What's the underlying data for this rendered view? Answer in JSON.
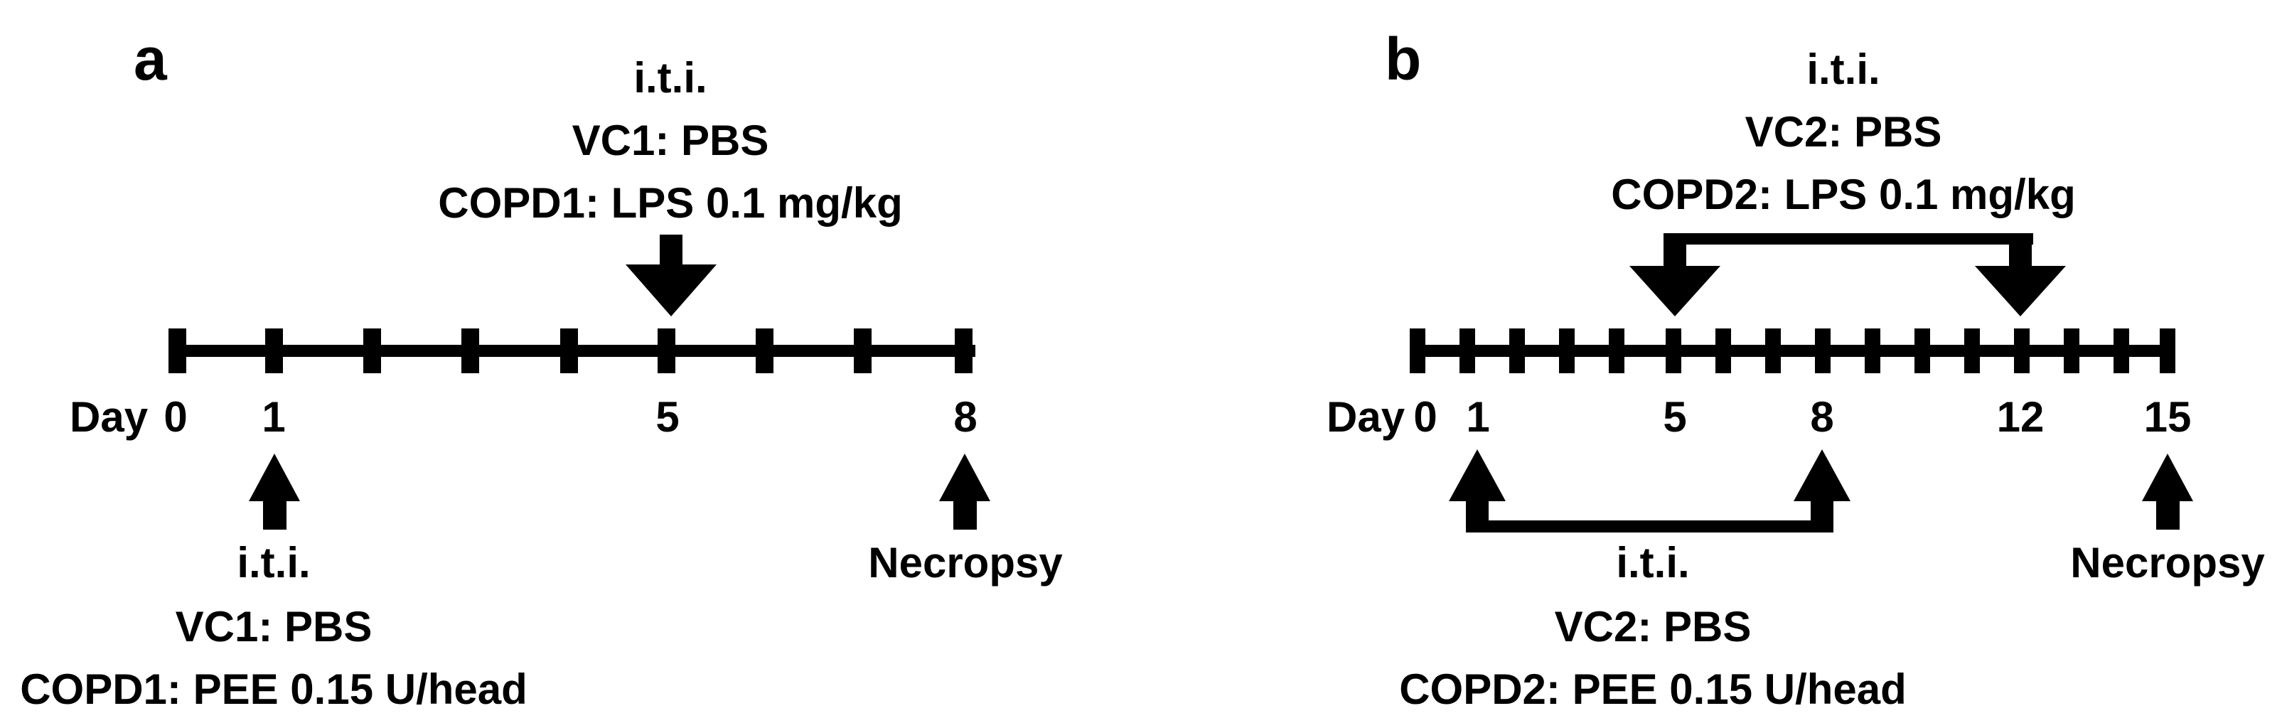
{
  "panels": {
    "a": {
      "letter": "a",
      "day_label": "Day",
      "ticks": [
        "0",
        "1",
        "5",
        "8"
      ],
      "top_annotation": [
        "i.t.i.",
        "VC1: PBS",
        "COPD1: LPS 0.1 mg/kg"
      ],
      "bottom_annotation": [
        "i.t.i.",
        "VC1: PBS",
        "COPD1: PEE 0.15 U/head"
      ],
      "necropsy": "Necropsy"
    },
    "b": {
      "letter": "b",
      "day_label": "Day",
      "ticks": [
        "0",
        "1",
        "5",
        "8",
        "12",
        "15"
      ],
      "top_annotation": [
        "i.t.i.",
        "VC2: PBS",
        "COPD2: LPS 0.1 mg/kg"
      ],
      "bottom_annotation": [
        "i.t.i.",
        "VC2: PBS",
        "COPD2: PEE 0.15 U/head"
      ],
      "necropsy": "Necropsy"
    }
  },
  "colors": {
    "ink": "#000000",
    "background": "#ffffff"
  }
}
